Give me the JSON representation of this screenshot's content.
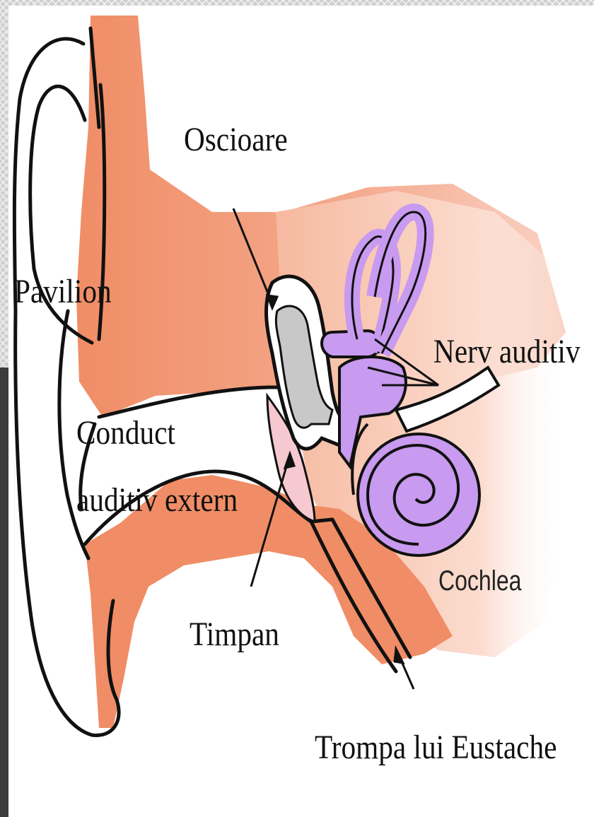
{
  "labels": {
    "oscioare": "Oscioare",
    "pavilion": "Pavilion",
    "nerv_auditiv": "Nerv auditiv",
    "conduct_line1": "Conduct",
    "conduct_line2": "auditiv extern",
    "cochlea": "Cochlea",
    "timpan": "Timpan",
    "trompa": "Trompa lui Eustache"
  },
  "colors": {
    "tissue": "#f08d66",
    "tissue_light": "#f7c3ad",
    "cochlea": "#c89af0",
    "ossicle": "#c8c8c8",
    "eardrum": "#f5c9cf",
    "outline": "#111111"
  }
}
